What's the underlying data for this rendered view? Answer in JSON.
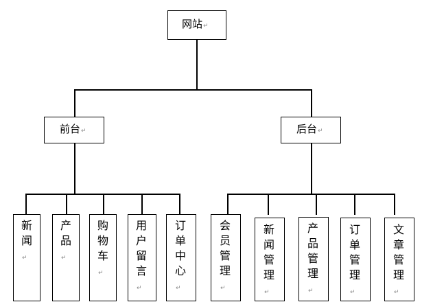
{
  "diagram": {
    "root": {
      "label": "网站"
    },
    "branches": [
      {
        "label": "前台",
        "children": [
          "新闻",
          "产品",
          "购物车",
          "用户留言",
          "订单中心"
        ]
      },
      {
        "label": "后台",
        "children": [
          "会员管理",
          "新闻管理",
          "产品管理",
          "订单管理",
          "文章管理"
        ]
      }
    ],
    "paragraph_mark": "↵"
  }
}
